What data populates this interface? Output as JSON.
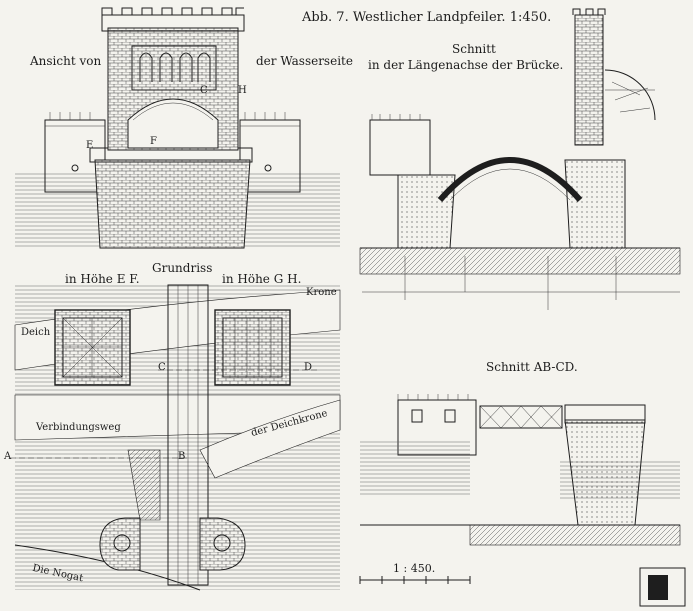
{
  "figure": {
    "title": "Abb. 7. Westlicher Landpfeiler. 1:450.",
    "views": {
      "elevation_label_left": "Ansicht von",
      "elevation_label_right": "der Wasserseite",
      "section_long_line1": "Schnitt",
      "section_long_line2": "in der Längenachse der Brücke.",
      "plan_title": "Grundriss",
      "plan_left": "in Höhe E F.",
      "plan_right": "in Höhe G H.",
      "section_ab": "Schnitt AB-CD.",
      "scale": "1 : 450."
    },
    "plan_labels": {
      "deich": "Deich",
      "krone": "Krone",
      "verbindungsweg": "Verbindungsweg",
      "deichkrone": "der Deichkrone",
      "nogat": "Die Nogat",
      "a": "A",
      "b": "B",
      "c": "C",
      "d": "D"
    },
    "elevation_marks": {
      "c": "C",
      "h": "H",
      "e": "E",
      "f": "F"
    }
  }
}
